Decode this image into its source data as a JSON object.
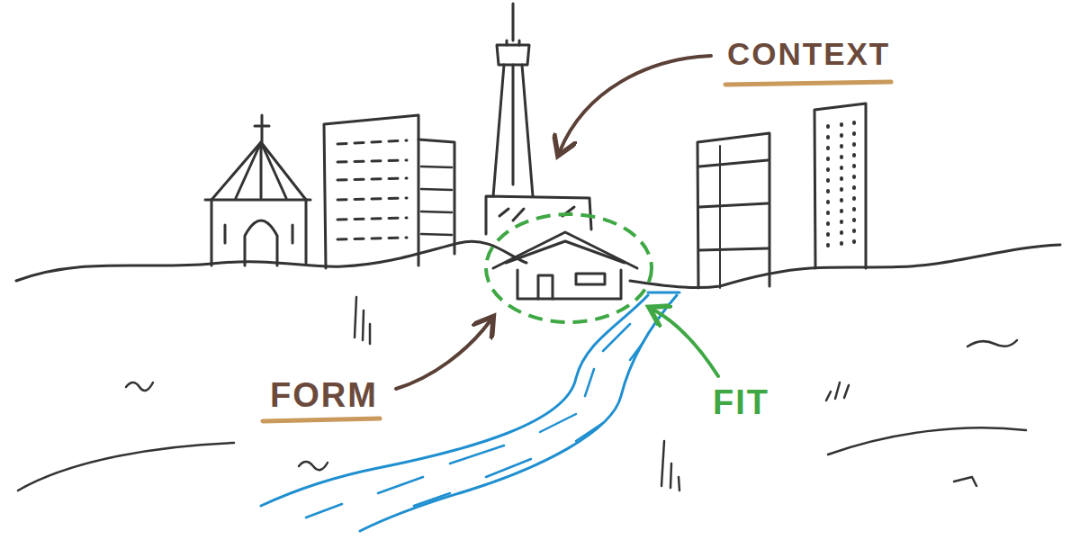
{
  "diagram": {
    "labels": [
      "CONTEXT",
      "FORM",
      "FIT"
    ]
  }
}
